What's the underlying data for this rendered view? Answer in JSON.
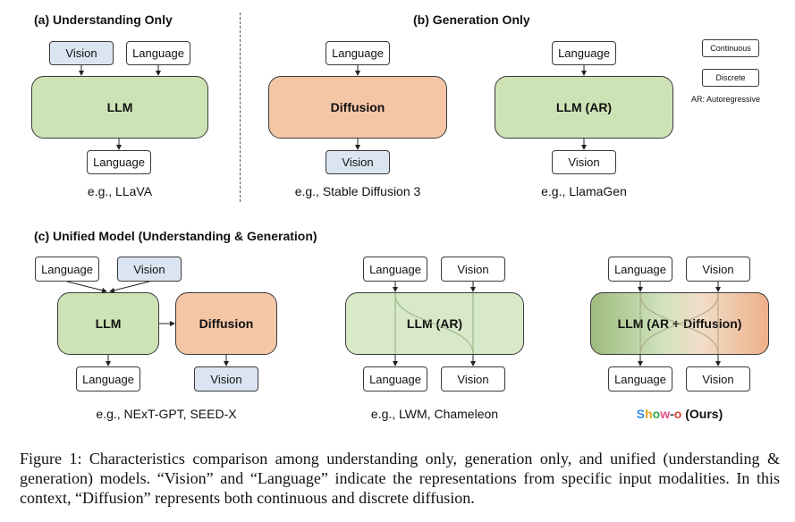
{
  "sections": {
    "a": "(a) Understanding Only",
    "b": "(b) Generation Only",
    "c": "(c) Unified Model (Understanding & Generation)"
  },
  "labels": {
    "vision": "Vision",
    "language": "Language",
    "llm": "LLM",
    "diffusion": "Diffusion",
    "llm_ar": "LLM (AR)",
    "llm_ar_diff": "LLM (AR + Diffusion)"
  },
  "examples": {
    "a": "e.g., LLaVA",
    "b1": "e.g., Stable Diffusion 3",
    "b2": "e.g., LlamaGen",
    "c1": "e.g., NExT-GPT, SEED-X",
    "c2": "e.g., LWM, Chameleon"
  },
  "show_o": {
    "s": "S",
    "h": "h",
    "o": "o",
    "w": "w",
    "dash": "-",
    "o2": "o",
    "suffix": " (Ours)"
  },
  "legend": {
    "continuous": "Continuous",
    "discrete": "Discrete",
    "ar_note": "AR: Autoregressive"
  },
  "caption": "Figure 1: Characteristics comparison among understanding only, generation only, and unified (understanding & generation) models. “Vision” and “Language” indicate the representations from specific input modalities. In this context, “Diffusion” represents both continuous and discrete diffusion.",
  "colors": {
    "vision_fill": "#dbe5f2",
    "llm_fill": "#cde3b6",
    "diffusion_fill": "#f4c6a6"
  }
}
